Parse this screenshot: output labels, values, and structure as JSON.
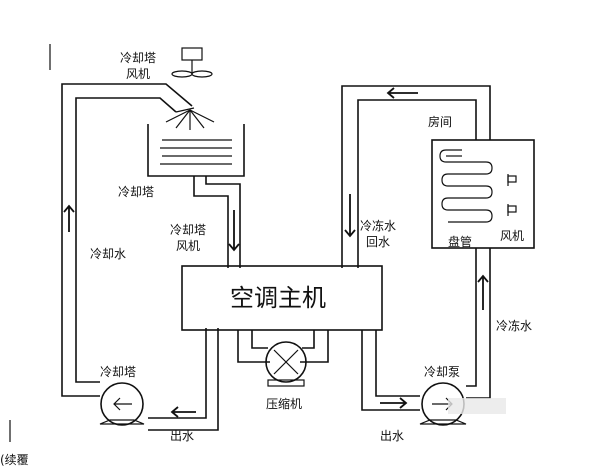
{
  "labels": {
    "tower_fan_top_1": "冷却塔",
    "tower_fan_top_2": "风机",
    "cooling_tower": "冷却塔",
    "tower_fan_mid_1": "冷却塔",
    "tower_fan_mid_2": "风机",
    "cooling_water": "冷却水",
    "chiller_host": "空调主机",
    "chilled_return_1": "冷冻水",
    "chilled_return_2": "回水",
    "room": "房间",
    "coil": "盘管",
    "fan": "风机",
    "chilled_water": "冷冻水",
    "cooling_tower_pump": "冷却塔",
    "compressor": "压缩机",
    "chilled_pump": "冷却泵",
    "outlet_left": "出水",
    "outlet_right": "出水",
    "bottom_fragment": "(续覆"
  }
}
